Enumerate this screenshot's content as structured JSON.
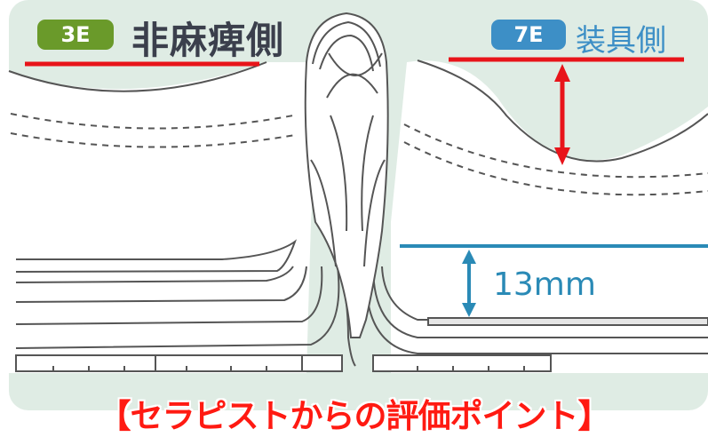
{
  "left_side": {
    "badge": "3E",
    "label": "非麻痺側"
  },
  "right_side": {
    "badge": "7E",
    "label": "装具側"
  },
  "measurement": {
    "label": "13mm"
  },
  "caption": "【セラピストからの評価ポイント】",
  "colors": {
    "background": "#dfece4",
    "left_badge": "#6a9a2a",
    "right_badge": "#3d8fc6",
    "annotation_red": "#e8141a",
    "measure_blue": "#2a8ab6",
    "outline": "#555555"
  }
}
